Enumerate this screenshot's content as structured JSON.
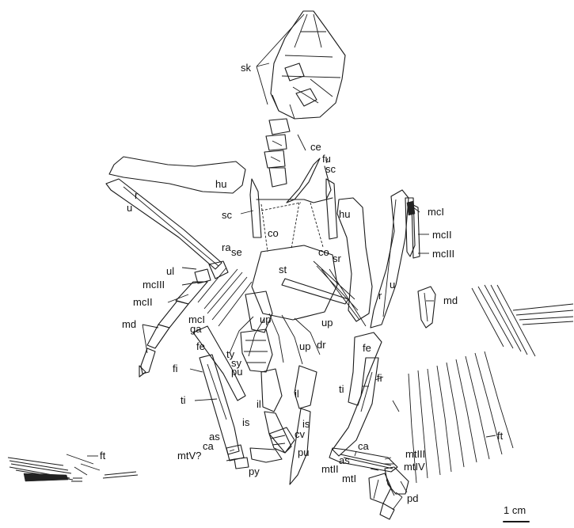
{
  "figure": {
    "labels": {
      "sk": "sk",
      "ce": "ce",
      "fu": "fu",
      "sc": "sc",
      "hu": "hu",
      "r": "r",
      "u": "u",
      "co": "co",
      "st": "st",
      "mcI": "mcI",
      "mcII": "mcII",
      "mcIII": "mcIII",
      "ra": "ra",
      "se": "se",
      "sr": "sr",
      "ul": "ul",
      "md": "md",
      "up": "up",
      "ga": "ga",
      "fe": "fe",
      "fi": "fi",
      "ty": "ty",
      "sy": "sy",
      "pu": "pu",
      "dr": "dr",
      "ti": "ti",
      "il": "il",
      "is": "is",
      "cv": "cv",
      "as": "as",
      "ca": "ca",
      "mtV": "mtV?",
      "py": "py",
      "ft": "ft",
      "mtI": "mtI",
      "mtII": "mtII",
      "mtIII": "mtIII",
      "mtIV": "mtIV",
      "pd": "pd"
    },
    "scale_bar": "1 cm"
  }
}
